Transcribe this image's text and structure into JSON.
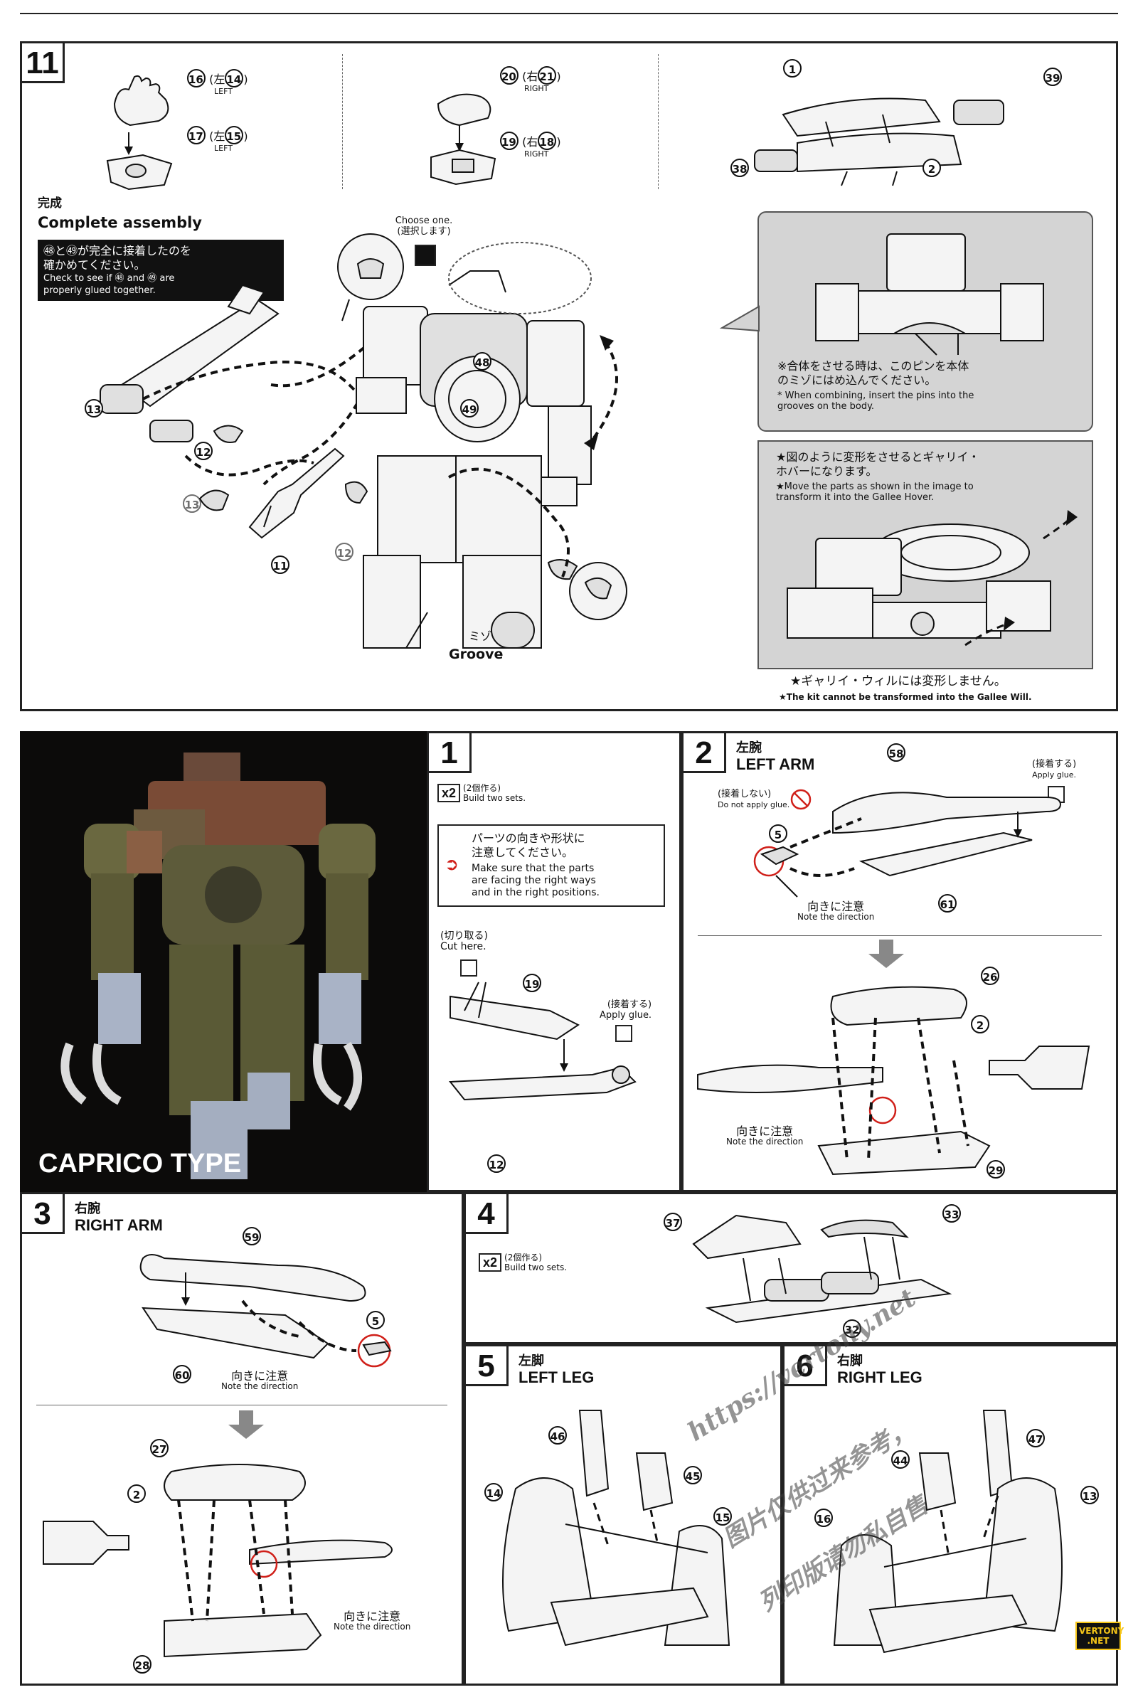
{
  "step11": {
    "number": "11",
    "hand_left": {
      "part_a": "16",
      "paren_a": "(左",
      "part_a2": "14",
      "close": ")",
      "side_a": "LEFT",
      "part_b": "17",
      "paren_b": "(左",
      "part_b2": "15",
      "side_b": "LEFT"
    },
    "hand_right": {
      "part_a": "20",
      "paren_a": "(右",
      "part_a2": "21",
      "side_a": "RIGHT",
      "part_b": "19",
      "paren_b": "(右",
      "part_b2": "18",
      "side_b": "RIGHT"
    },
    "weapon_parts": {
      "p1": "1",
      "p39": "39",
      "p38": "38",
      "p2": "2"
    },
    "complete": {
      "title_jp": "完成",
      "title_en": "Complete assembly",
      "note_jp_1": "㊽と㊾が完全に接着したのを",
      "note_jp_2": "確かめてください。",
      "note_en_1": "Check to see if ㊽ and ㊾ are",
      "note_en_2": "properly glued together.",
      "choose_en": "Choose one.",
      "choose_jp": "(選択します)",
      "parts": {
        "p48": "48",
        "p49": "49",
        "p13": "13",
        "p12": "12",
        "p13b": "13",
        "p11": "11",
        "p12b": "12"
      },
      "groove_jp": "ミゾ",
      "groove_en": "Groove"
    },
    "pin_note": {
      "jp_1": "※合体をさせる時は、このピンを本体",
      "jp_2": "のミゾにはめ込んでください。",
      "en_1": "* When combining, insert the pins into the",
      "en_2": "grooves on the body."
    },
    "transform_note": {
      "jp_1": "★図のように変形をさせるとギャリイ・",
      "jp_2": "ホバーになります。",
      "en_1": "★Move the parts as shown in the image to",
      "en_2": "transform it into the Gallee Hover."
    },
    "footer_jp": "★ギャリイ・ウィルには変形しません。",
    "footer_en": "★The kit cannot be transformed into the Gallee Will."
  },
  "photo": {
    "title": "CAPRICO TYPE"
  },
  "step1": {
    "number": "1",
    "x2": "x2",
    "build_jp": "(2個作る)",
    "build_en": "Build two sets.",
    "caution_jp_1": "パーツの向きや形状に",
    "caution_jp_2": "注意してください。",
    "caution_en_1": "Make sure that the parts",
    "caution_en_2": "are facing the right ways",
    "caution_en_3": "and in the right positions.",
    "cut_jp": "(切り取る)",
    "cut_en": "Cut here.",
    "glue_jp": "(接着する)",
    "glue_en": "Apply glue.",
    "p19": "19",
    "p12": "12"
  },
  "step2": {
    "number": "2",
    "title_jp": "左腕",
    "title_en": "LEFT ARM",
    "p58": "58",
    "glue_jp": "(接着する)",
    "glue_en": "Apply glue.",
    "noglue_jp": "(接着しない)",
    "noglue_en": "Do not apply glue.",
    "p5": "5",
    "p61": "61",
    "dir_jp": "向きに注意",
    "dir_en": "Note the direction",
    "p26": "26",
    "p2": "2",
    "dir2_jp": "向きに注意",
    "dir2_en": "Note the direction",
    "p29": "29"
  },
  "step3": {
    "number": "3",
    "title_jp": "右腕",
    "title_en": "RIGHT ARM",
    "p59": "59",
    "p5": "5",
    "p60": "60",
    "dir_jp": "向きに注意",
    "dir_en": "Note the direction",
    "p27": "27",
    "p2": "2",
    "dir2_jp": "向きに注意",
    "dir2_en": "Note the direction",
    "p28": "28"
  },
  "step4": {
    "number": "4",
    "x2": "x2",
    "build_jp": "(2個作る)",
    "build_en": "Build two sets.",
    "p37": "37",
    "p33": "33",
    "p32": "32"
  },
  "step5": {
    "number": "5",
    "title_jp": "左脚",
    "title_en": "LEFT LEG",
    "p46": "46",
    "p45": "45",
    "p14": "14",
    "p15": "15"
  },
  "step6": {
    "number": "6",
    "title_jp": "右脚",
    "title_en": "RIGHT LEG",
    "p47": "47",
    "p44": "44",
    "p16": "16",
    "p13": "13"
  },
  "watermark": {
    "line1": "https://vertony.net",
    "line2": "图片仅供过来参考，",
    "line3": "列印版请勿私自售",
    "badge_1": "VERTONY",
    "badge_2": ".NET"
  }
}
